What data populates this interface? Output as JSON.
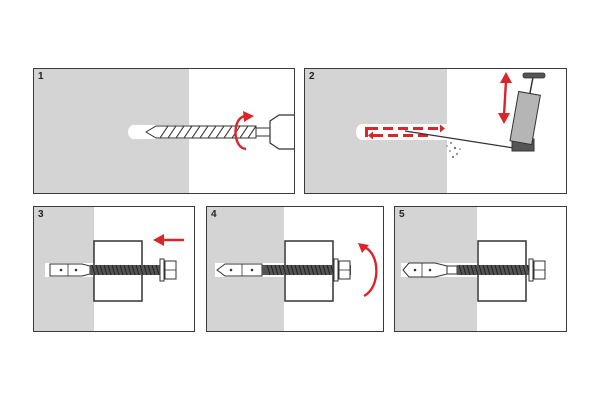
{
  "steps": [
    {
      "number": "1",
      "action": "drill"
    },
    {
      "number": "2",
      "action": "blow-out"
    },
    {
      "number": "3",
      "action": "insert"
    },
    {
      "number": "4",
      "action": "tighten"
    },
    {
      "number": "5",
      "action": "done"
    }
  ],
  "colors": {
    "wall": "#d4d4d4",
    "outline": "#3a3a3a",
    "arrow": "#d9262b",
    "rod": "#555555"
  },
  "icons": [
    "drill-bit-icon",
    "rotate-arrow-icon",
    "pump-icon",
    "up-down-arrow-icon",
    "left-arrow-icon",
    "anchor-bolt-icon"
  ]
}
